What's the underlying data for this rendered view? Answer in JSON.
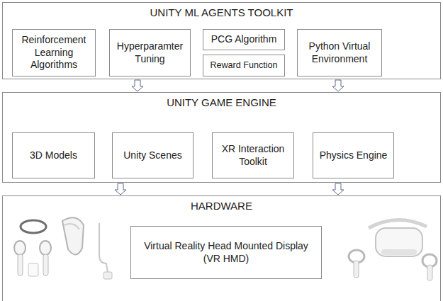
{
  "diagram": {
    "nodes": [
      {
        "text": [
          "UNITY ML AGENTS TOOLKIT"
        ]
      },
      {
        "text": [
          "Reinforcement Learning Algorithms"
        ],
        "in": 0
      },
      {
        "text": [
          "Hyperparamter Tuning"
        ],
        "in": 0
      },
      {
        "text": [
          "PCG Algorithm"
        ],
        "in": 0
      },
      {
        "text": [
          "Reward Function"
        ],
        "in": 0
      },
      {
        "text": [
          "Python Virtual Environment"
        ],
        "in": 0
      },
      {
        "text": [
          "UNITY GAME ENGINE"
        ]
      },
      {
        "text": [
          "3D Models"
        ],
        "in": 6
      },
      {
        "text": [
          "Unity Scenes"
        ],
        "in": 6
      },
      {
        "text": [
          "XR Interaction Toolkit"
        ],
        "in": 6
      },
      {
        "text": [
          "Physics Engine"
        ],
        "in": 6
      },
      {
        "text": [
          "HARDWARE"
        ]
      },
      {
        "text": [
          "Virtual Reality Head Mounted Display (VR HMD)"
        ],
        "in": 11
      }
    ],
    "edges": [
      {
        "from": 0,
        "to": 6,
        "arrow": "to"
      },
      {
        "from": 0,
        "to": 6,
        "arrow": "to"
      },
      {
        "from": 6,
        "to": 11,
        "arrow": "to"
      },
      {
        "from": 6,
        "to": 11,
        "arrow": "to"
      }
    ]
  }
}
